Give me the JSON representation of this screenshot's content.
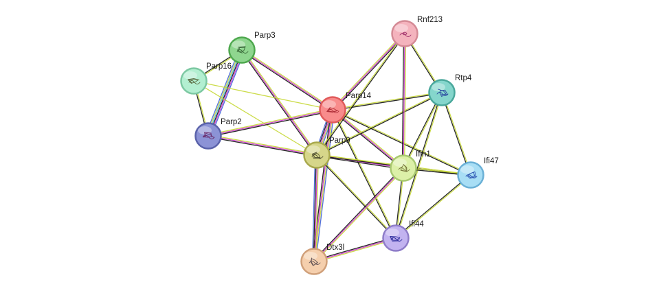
{
  "network": {
    "nodes": [
      {
        "id": "Parp14",
        "label": "Parp14",
        "fill": "#f88c8c",
        "stroke": "#e05a5a",
        "glyph": "#b0303a"
      },
      {
        "id": "Parp9",
        "label": "Parp9",
        "fill": "#d6d68a",
        "stroke": "#a8a84c",
        "glyph": "#505030"
      },
      {
        "id": "Parp3",
        "label": "Parp3",
        "fill": "#8fd68f",
        "stroke": "#4ea84e",
        "glyph": "#3a6a3a"
      },
      {
        "id": "Parp16",
        "label": "Parp16",
        "fill": "#b3efd1",
        "stroke": "#7cc8a2",
        "glyph": "#5a6a40"
      },
      {
        "id": "Parp2",
        "label": "Parp2",
        "fill": "#8c93d6",
        "stroke": "#5a62aa",
        "glyph": "#6a2a6a"
      },
      {
        "id": "Rnf213",
        "label": "Rnf213",
        "fill": "#f4b3bd",
        "stroke": "#d48a95",
        "glyph": "#a0306a"
      },
      {
        "id": "Rtp4",
        "label": "Rtp4",
        "fill": "#85d6cc",
        "stroke": "#4aa89c",
        "glyph": "#2a4aa0"
      },
      {
        "id": "Ifih1",
        "label": "Ifih1",
        "fill": "#dcf0a8",
        "stroke": "#a8c870",
        "glyph": "#7a7a40"
      },
      {
        "id": "Ifi47",
        "label": "Ifi47",
        "fill": "#a8def5",
        "stroke": "#6ab0d6",
        "glyph": "#2a50b0"
      },
      {
        "id": "Ifi44",
        "label": "Ifi44",
        "fill": "#c2b3f0",
        "stroke": "#8e7cc8",
        "glyph": "#2a2a9a"
      },
      {
        "id": "Dtx3l",
        "label": "Dtx3l",
        "fill": "#f5cfad",
        "stroke": "#d0a07a",
        "glyph": "#6a5a5a"
      }
    ],
    "edges": [
      {
        "source": "Parp3",
        "target": "Parp2",
        "colors": [
          "#3f5fd9",
          "#cc33cc",
          "#111111",
          "#4ab0e0",
          "#c6d836",
          "#3f5fd9"
        ]
      },
      {
        "source": "Parp3",
        "target": "Parp16",
        "colors": [
          "#c6d836",
          "#111111"
        ]
      },
      {
        "source": "Parp16",
        "target": "Parp2",
        "colors": [
          "#c6d836",
          "#111111"
        ]
      },
      {
        "source": "Parp3",
        "target": "Parp14",
        "colors": [
          "#c6d836",
          "#cc33cc",
          "#111111"
        ]
      },
      {
        "source": "Parp3",
        "target": "Parp9",
        "colors": [
          "#c6d836",
          "#cc33cc",
          "#111111"
        ]
      },
      {
        "source": "Parp16",
        "target": "Parp14",
        "colors": [
          "#c6d836"
        ]
      },
      {
        "source": "Parp16",
        "target": "Parp9",
        "colors": [
          "#c6d836"
        ]
      },
      {
        "source": "Parp2",
        "target": "Parp14",
        "colors": [
          "#c6d836",
          "#cc33cc",
          "#111111"
        ]
      },
      {
        "source": "Parp2",
        "target": "Parp9",
        "colors": [
          "#c6d836",
          "#cc33cc",
          "#111111"
        ]
      },
      {
        "source": "Parp14",
        "target": "Parp9",
        "colors": [
          "#3f5fd9",
          "#c6d836",
          "#cc33cc",
          "#111111",
          "#3f5fd9"
        ]
      },
      {
        "source": "Parp14",
        "target": "Rnf213",
        "colors": [
          "#c6d836",
          "#cc33cc",
          "#111111"
        ]
      },
      {
        "source": "Parp14",
        "target": "Rtp4",
        "colors": [
          "#c6d836",
          "#111111"
        ]
      },
      {
        "source": "Parp14",
        "target": "Ifih1",
        "colors": [
          "#c6d836",
          "#cc33cc",
          "#111111"
        ]
      },
      {
        "source": "Parp14",
        "target": "Ifi47",
        "colors": [
          "#c6d836",
          "#111111"
        ]
      },
      {
        "source": "Parp14",
        "target": "Ifi44",
        "colors": [
          "#c6d836",
          "#111111"
        ]
      },
      {
        "source": "Parp14",
        "target": "Dtx3l",
        "colors": [
          "#3f5fd9",
          "#c6d836",
          "#cc33cc",
          "#111111"
        ]
      },
      {
        "source": "Parp9",
        "target": "Rnf213",
        "colors": [
          "#c6d836",
          "#111111"
        ]
      },
      {
        "source": "Parp9",
        "target": "Rtp4",
        "colors": [
          "#c6d836",
          "#111111"
        ]
      },
      {
        "source": "Parp9",
        "target": "Ifih1",
        "colors": [
          "#c6d836",
          "#cc33cc",
          "#111111"
        ]
      },
      {
        "source": "Parp9",
        "target": "Ifi47",
        "colors": [
          "#c6d836",
          "#111111"
        ]
      },
      {
        "source": "Parp9",
        "target": "Ifi44",
        "colors": [
          "#c6d836",
          "#111111"
        ]
      },
      {
        "source": "Parp9",
        "target": "Dtx3l",
        "colors": [
          "#c6d836",
          "#cc33cc",
          "#111111",
          "#3f5fd9"
        ]
      },
      {
        "source": "Rnf213",
        "target": "Rtp4",
        "colors": [
          "#c6d836",
          "#111111"
        ]
      },
      {
        "source": "Rnf213",
        "target": "Ifih1",
        "colors": [
          "#c6d836",
          "#cc33cc",
          "#111111"
        ]
      },
      {
        "source": "Rtp4",
        "target": "Ifih1",
        "colors": [
          "#c6d836",
          "#111111"
        ]
      },
      {
        "source": "Rtp4",
        "target": "Ifi47",
        "colors": [
          "#c6d836",
          "#111111"
        ]
      },
      {
        "source": "Rtp4",
        "target": "Ifi44",
        "colors": [
          "#c6d836",
          "#111111"
        ]
      },
      {
        "source": "Ifih1",
        "target": "Ifi47",
        "colors": [
          "#c6d836",
          "#111111"
        ]
      },
      {
        "source": "Ifih1",
        "target": "Ifi44",
        "colors": [
          "#c6d836",
          "#111111"
        ]
      },
      {
        "source": "Ifih1",
        "target": "Dtx3l",
        "colors": [
          "#c6d836",
          "#cc33cc",
          "#111111"
        ]
      },
      {
        "source": "Ifi47",
        "target": "Ifi44",
        "colors": [
          "#c6d836",
          "#111111"
        ]
      },
      {
        "source": "Ifi44",
        "target": "Dtx3l",
        "colors": [
          "#c6d836",
          "#cc33cc",
          "#111111"
        ]
      }
    ]
  }
}
